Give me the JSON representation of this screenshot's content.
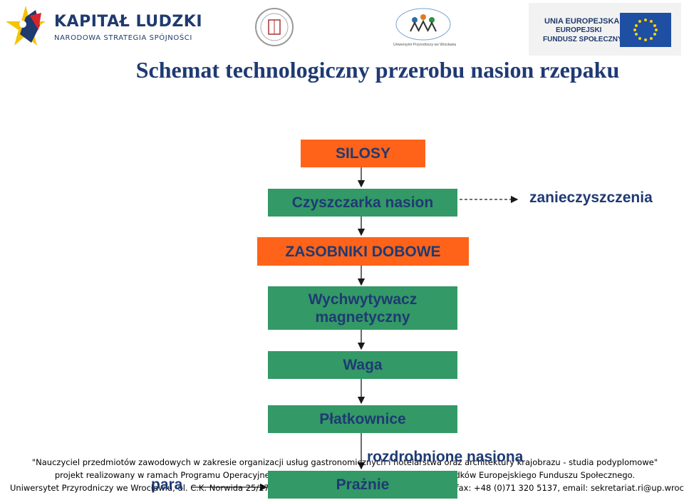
{
  "header": {
    "kapital_logo_line1": "KAPITAŁ LUDZKI",
    "kapital_logo_line2": "NARODOWA STRATEGIA SPÓJNOŚCI",
    "ue_logo_line1": "UNIA EUROPEJSKA",
    "ue_logo_line2": "EUROPEJSKI",
    "ue_logo_line3": "FUNDUSZ SPOŁECZNY",
    "up_logo_caption": "Uniwersytet Przyrodniczy we Wrocławiu"
  },
  "title": "Schemat technologiczny przerobu nasion rzepaku",
  "flow": {
    "silosy": "SILOSY",
    "czyszczarka": "Czyszczarka nasion",
    "zanieczyszczenia": "zanieczyszczenia",
    "zasobniki": "ZASOBNIKI DOBOWE",
    "wychwytywacz_line1": "Wychwytywacz",
    "wychwytywacz_line2": "magnetyczny",
    "waga": "Waga",
    "platkownice": "Płatkownice",
    "rozdrobnione": "rozdrobnione nasiona",
    "para": "para",
    "prazenie": "Prażnie"
  },
  "footer": {
    "line1": "\"Nauczyciel przedmiotów zawodowych w zakresie organizacji usług gastronomicznych i hotelarstwa oraz architektury krajobrazu - studia podyplomowe\"",
    "line2": "projekt realizowany w ramach Programu Operacyjnego Kapitał Ludzki współfinansowanego ze środków Europejskiego Funduszu Społecznego.",
    "line3": "Uniwersytet Przyrodniczy we Wrocławiu, ul. C.K. Norwida 25/27, 50-375 Wrocław, tel.: +48 (0)71 320 51 37, fax: +48 (0)71 320 5137, email: sekretariat.ri@up.wroc.pl"
  },
  "colors": {
    "orange_box": "#ff6319",
    "green_box": "#339966",
    "text_navy": "#1f3a73"
  }
}
